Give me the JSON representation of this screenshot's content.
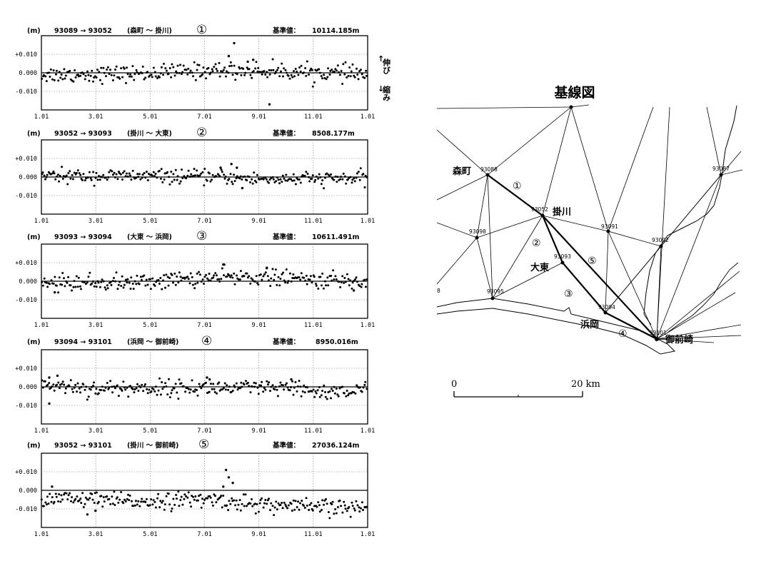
{
  "chart_data": [
    {
      "type": "scatter",
      "header": {
        "unit": "(m)",
        "pair": "93089 → 93052",
        "names": "(森町 ～ 掛川)",
        "segment": "①",
        "base_label": "基準値：",
        "base_value": "10114.185m"
      },
      "xlim": [
        1.01,
        13.01
      ],
      "x_ticks": [
        "1.01",
        "3.01",
        "5.01",
        "7.01",
        "9.01",
        "11.01",
        "1.01"
      ],
      "ylim": [
        -0.02,
        0.02
      ],
      "y_ticks": [
        "+0.010",
        "0.000",
        "-0.010"
      ],
      "grid": true,
      "reference_line": 0,
      "noise_std": 0.0022,
      "trend": [
        [
          1.01,
          -0.001
        ],
        [
          4.5,
          -0.0005
        ],
        [
          7.5,
          0.0015
        ],
        [
          9.5,
          0.001
        ],
        [
          13.01,
          -0.0008
        ]
      ],
      "outliers": [
        [
          8.1,
          0.016
        ],
        [
          9.4,
          -0.017
        ],
        [
          8.8,
          0.007
        ],
        [
          7.9,
          0.009
        ],
        [
          8.6,
          0.006
        ]
      ]
    },
    {
      "type": "scatter",
      "header": {
        "unit": "(m)",
        "pair": "93052 → 93093",
        "names": "(掛川 ～ 大東)",
        "segment": "②",
        "base_label": "基準値：",
        "base_value": "8508.177m"
      },
      "xlim": [
        1.01,
        13.01
      ],
      "x_ticks": [
        "1.01",
        "3.01",
        "5.01",
        "7.01",
        "9.01",
        "11.01",
        "1.01"
      ],
      "ylim": [
        -0.02,
        0.02
      ],
      "y_ticks": [
        "+0.010",
        "0.000",
        "-0.010"
      ],
      "grid": true,
      "reference_line": 0,
      "noise_std": 0.0018,
      "trend": [
        [
          1.01,
          0.0005
        ],
        [
          5,
          0.0005
        ],
        [
          7.5,
          0.0
        ],
        [
          9,
          -0.0012
        ],
        [
          13.01,
          -0.0008
        ]
      ],
      "outliers": [
        [
          8.0,
          0.007
        ],
        [
          8.2,
          0.005
        ],
        [
          8.4,
          -0.006
        ],
        [
          7.6,
          0.005
        ]
      ]
    },
    {
      "type": "scatter",
      "header": {
        "unit": "(m)",
        "pair": "93093 → 93094",
        "names": "(大東 ～ 浜岡)",
        "segment": "③",
        "base_label": "基準値：",
        "base_value": "10611.491m"
      },
      "xlim": [
        1.01,
        13.01
      ],
      "x_ticks": [
        "1.01",
        "3.01",
        "5.01",
        "7.01",
        "9.01",
        "11.01",
        "1.01"
      ],
      "ylim": [
        -0.02,
        0.02
      ],
      "y_ticks": [
        "+0.010",
        "0.000",
        "-0.010"
      ],
      "grid": true,
      "reference_line": 0,
      "noise_std": 0.0022,
      "trend": [
        [
          1.01,
          -0.0008
        ],
        [
          4.5,
          -0.0008
        ],
        [
          6.5,
          0.0015
        ],
        [
          9,
          0.0025
        ],
        [
          10.5,
          0.001
        ],
        [
          13.01,
          -0.0005
        ]
      ],
      "outliers": [
        [
          7.7,
          0.009
        ],
        [
          1.5,
          -0.006
        ],
        [
          12.5,
          -0.005
        ],
        [
          9.3,
          0.007
        ]
      ]
    },
    {
      "type": "scatter",
      "header": {
        "unit": "(m)",
        "pair": "93094 → 93101",
        "names": "(浜岡 ～ 御前崎)",
        "segment": "④",
        "base_label": "基準値：",
        "base_value": "8950.016m"
      },
      "xlim": [
        1.01,
        13.01
      ],
      "x_ticks": [
        "1.01",
        "3.01",
        "5.01",
        "7.01",
        "9.01",
        "11.01",
        "1.01"
      ],
      "ylim": [
        -0.02,
        0.02
      ],
      "y_ticks": [
        "+0.010",
        "0.000",
        "-0.010"
      ],
      "grid": true,
      "reference_line": 0,
      "noise_std": 0.0022,
      "trend": [
        [
          1.01,
          0.0015
        ],
        [
          3,
          -0.001
        ],
        [
          7,
          -0.0005
        ],
        [
          10,
          -0.001
        ],
        [
          11.5,
          -0.003
        ],
        [
          13.01,
          -0.002
        ]
      ],
      "outliers": [
        [
          1.3,
          -0.009
        ],
        [
          1.3,
          0.005
        ],
        [
          1.6,
          0.006
        ],
        [
          7.1,
          0.005
        ],
        [
          7.2,
          0.004
        ],
        [
          10.2,
          0.004
        ]
      ]
    },
    {
      "type": "scatter",
      "header": {
        "unit": "(m)",
        "pair": "93052 → 93101",
        "names": "(掛川 ～ 御前崎)",
        "segment": "⑤",
        "base_label": "基準値：",
        "base_value": "27036.124m"
      },
      "xlim": [
        1.01,
        13.01
      ],
      "x_ticks": [
        "1.01",
        "3.01",
        "5.01",
        "7.01",
        "9.01",
        "11.01",
        "1.01"
      ],
      "ylim": [
        -0.02,
        0.02
      ],
      "y_ticks": [
        "+0.010",
        "0.000",
        "-0.010"
      ],
      "grid": true,
      "reference_line": 0,
      "noise_std": 0.0022,
      "trend": [
        [
          1.01,
          -0.004
        ],
        [
          4,
          -0.006
        ],
        [
          7.3,
          -0.005
        ],
        [
          8.5,
          -0.007
        ],
        [
          10.5,
          -0.009
        ],
        [
          13.01,
          -0.0095
        ]
      ],
      "outliers": [
        [
          7.8,
          0.011
        ],
        [
          7.9,
          0.007
        ],
        [
          8.05,
          0.004
        ],
        [
          7.7,
          0.002
        ],
        [
          1.4,
          0.002
        ],
        [
          2.7,
          -0.013
        ],
        [
          3.0,
          -0.011
        ]
      ]
    }
  ],
  "side_labels": {
    "extension_arrow": "↑",
    "extension": "伸び",
    "contraction_arrow": "↓",
    "contraction": "縮み"
  },
  "map": {
    "title": "基線図",
    "stations": {
      "s93088": "93088",
      "s93052": "93052",
      "s93098": "93098",
      "s93091": "93091",
      "s93093": "93093",
      "s93092": "93092",
      "s93095": "93095",
      "s93094": "93094",
      "s93087": "93087",
      "s93101": "93101"
    },
    "places": {
      "morimachi": "森町",
      "kakegawa": "掛川",
      "daito": "大東",
      "hamaoka": "浜岡",
      "omaezaki": "御前崎"
    },
    "segments": [
      "①",
      "②",
      "③",
      "④",
      "⑤"
    ],
    "edge_label": "8",
    "scale": {
      "zero": "0",
      "max": "20 km"
    }
  }
}
